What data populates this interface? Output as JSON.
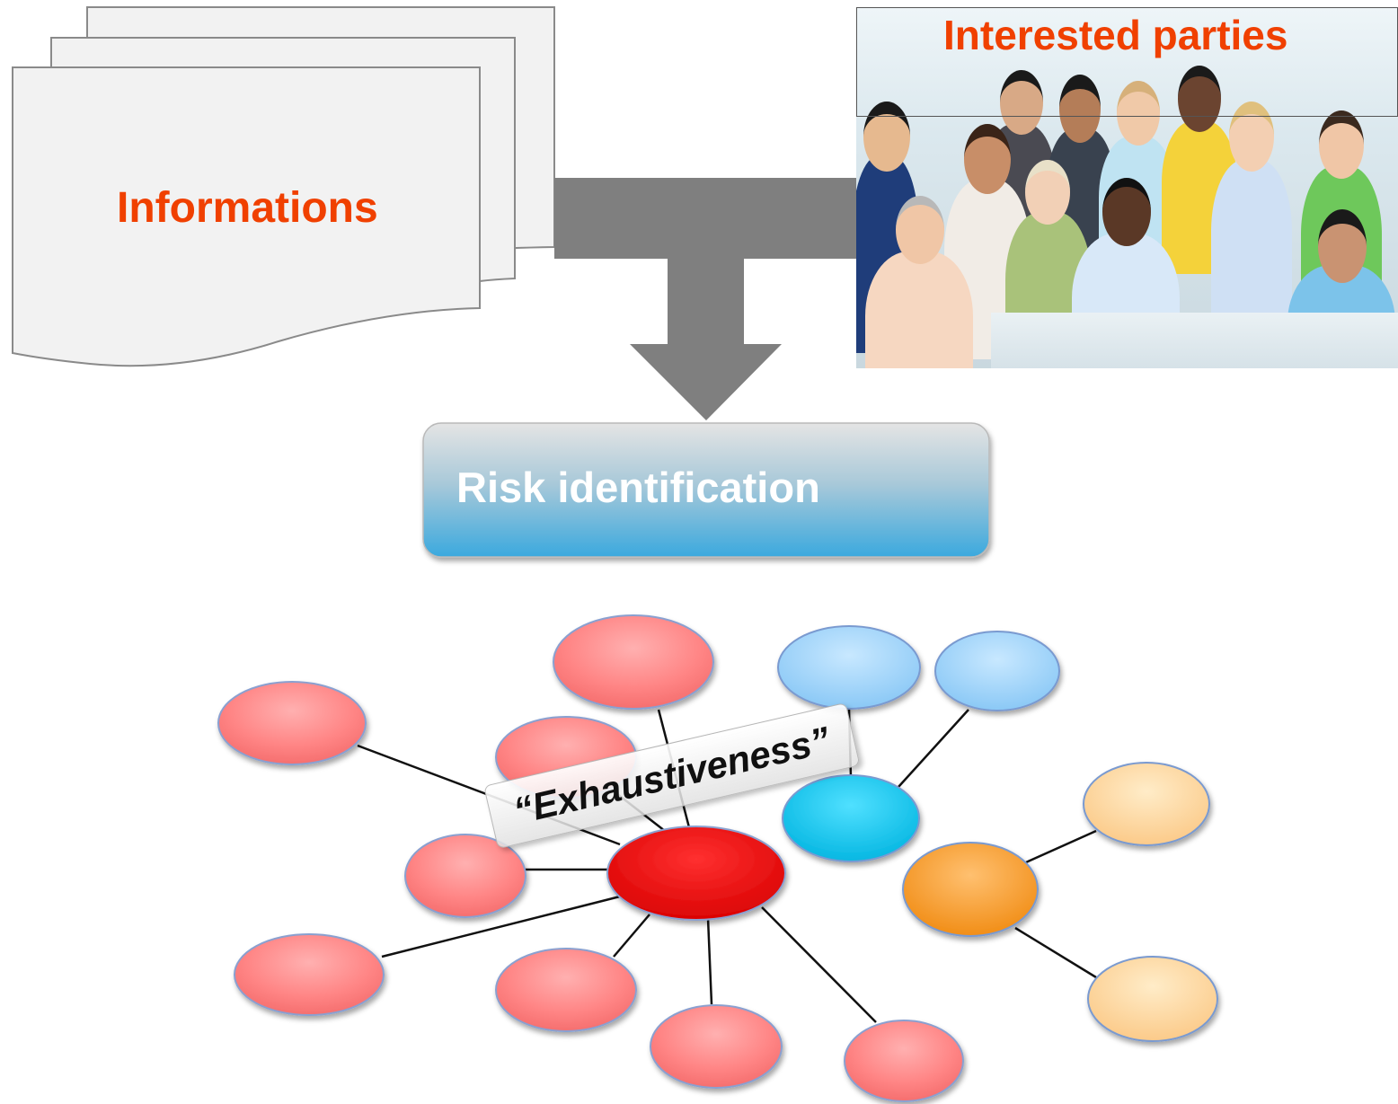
{
  "informations": {
    "label": "Informations"
  },
  "interested_parties": {
    "label": "Interested parties",
    "image": "group-of-people-photo"
  },
  "process": {
    "label": "Risk identification"
  },
  "mindmap": {
    "label": "“Exhaustiveness”"
  },
  "colors": {
    "title_text": "#f04000",
    "arrow": "#808080",
    "doc_fill": "#f2f2f2",
    "box_top": "#d8d8d8",
    "box_bottom": "#4db0de",
    "node_red": "#ff8080",
    "node_red_center": "#e80000",
    "node_blue_light": "#9dd3fb",
    "node_cyan": "#00c8f0",
    "node_orange": "#ff9e30",
    "node_peach": "#ffd49a"
  }
}
